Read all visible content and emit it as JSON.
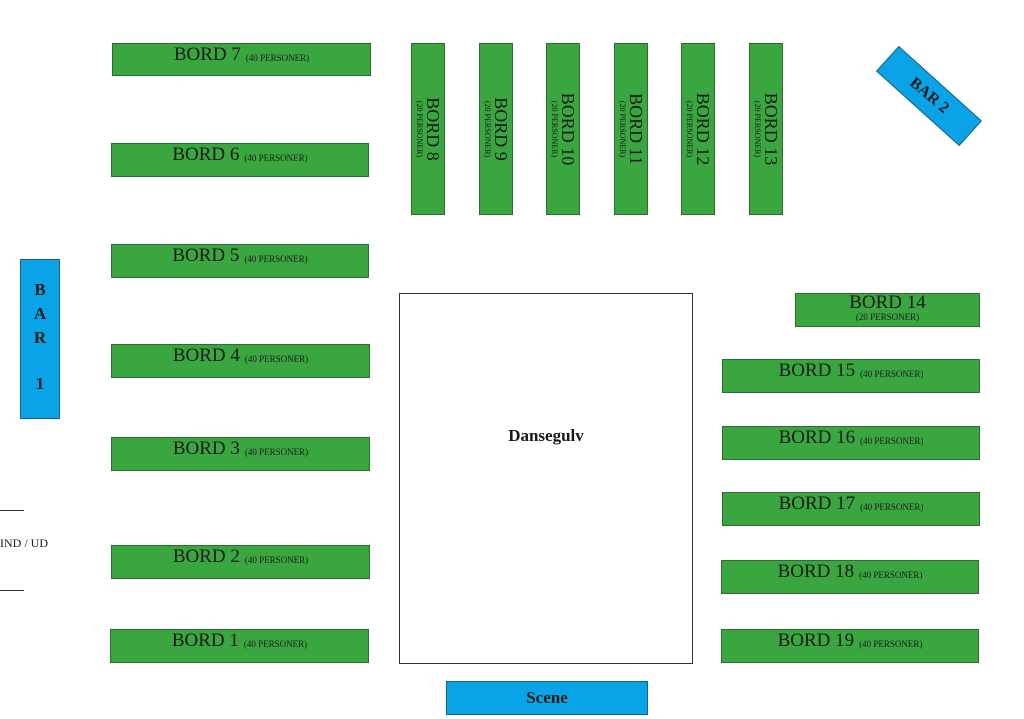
{
  "tables_left": [
    {
      "name": "BORD 7",
      "capacity": "(40 PERSONER)"
    },
    {
      "name": "BORD 6",
      "capacity": "(40 PERSONER)"
    },
    {
      "name": "BORD 5",
      "capacity": "(40 PERSONER)"
    },
    {
      "name": "BORD 4",
      "capacity": "(40 PERSONER)"
    },
    {
      "name": "BORD 3",
      "capacity": "(40 PERSONER)"
    },
    {
      "name": "BORD 2",
      "capacity": "(40 PERSONER)"
    },
    {
      "name": "BORD 1",
      "capacity": "(40 PERSONER)"
    }
  ],
  "tables_top": [
    {
      "name": "BORD 8",
      "capacity": "(20 PERSONER)"
    },
    {
      "name": "BORD 9",
      "capacity": "(20 PERSONER)"
    },
    {
      "name": "BORD 10",
      "capacity": "(20 PERSONER)"
    },
    {
      "name": "BORD 11",
      "capacity": "(20 PERSONER)"
    },
    {
      "name": "BORD 12",
      "capacity": "(20 PERSONER)"
    },
    {
      "name": "BORD 13",
      "capacity": "(20 PERSONER)"
    }
  ],
  "tables_right": [
    {
      "name": "BORD 14",
      "capacity": "(20 PERSONER)"
    },
    {
      "name": "BORD 15",
      "capacity": "(40 PERSONER)"
    },
    {
      "name": "BORD 16",
      "capacity": "(40 PERSONER)"
    },
    {
      "name": "BORD 17",
      "capacity": "(40 PERSONER)"
    },
    {
      "name": "BORD 18",
      "capacity": "(40 PERSONER)"
    },
    {
      "name": "BORD 19",
      "capacity": "(40 PERSONER)"
    }
  ],
  "bar1": {
    "letters": [
      "B",
      "A",
      "R"
    ],
    "number": "1"
  },
  "bar2": {
    "label": "BAR 2"
  },
  "dance_floor": {
    "label": "Dansegulv"
  },
  "stage": {
    "label": "Scene"
  },
  "entrance": {
    "label": "IND / UD"
  },
  "colors": {
    "table": "#3aa63f",
    "bar": "#0aa3e8",
    "stage": "#0aa3e8"
  }
}
